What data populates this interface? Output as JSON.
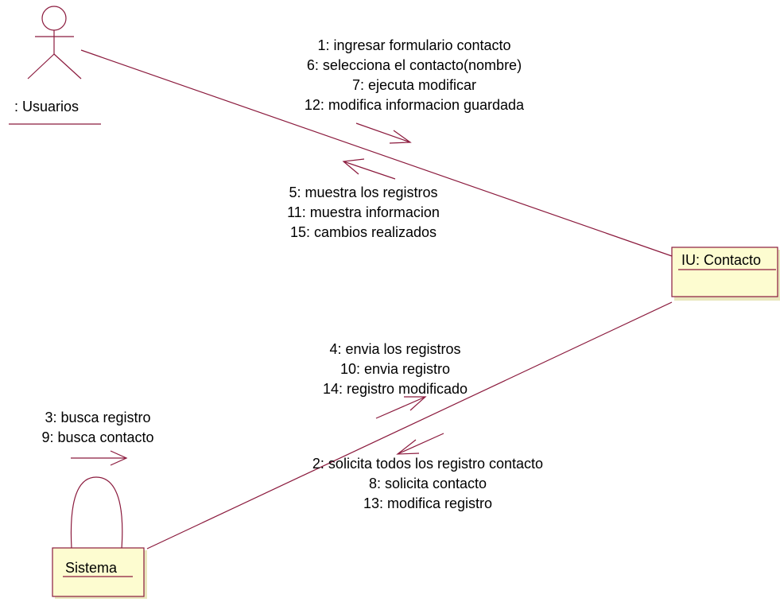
{
  "colors": {
    "line": "#8b1a3d",
    "object_fill": "#fdfcd0",
    "text": "#000000"
  },
  "actor": {
    "name": ": Usuarios",
    "icon": "stick-figure-icon"
  },
  "objects": {
    "contacto": {
      "name": "IU: Contacto"
    },
    "sistema": {
      "name": "Sistema"
    }
  },
  "messages": {
    "usuario_to_contacto": [
      "1: ingresar formulario contacto",
      "6: selecciona el contacto(nombre)",
      "7: ejecuta modificar",
      "12: modifica informacion guardada"
    ],
    "contacto_to_usuario": [
      "5: muestra los registros",
      "11: muestra informacion",
      "15: cambios realizados"
    ],
    "sistema_to_contacto": [
      "4: envia los registros",
      "10: envia registro",
      "14: registro modificado"
    ],
    "contacto_to_sistema": [
      "2: solicita todos los registro contacto",
      "8: solicita contacto",
      "13: modifica registro"
    ],
    "sistema_self": [
      "3: busca registro",
      "9: busca contacto"
    ]
  }
}
